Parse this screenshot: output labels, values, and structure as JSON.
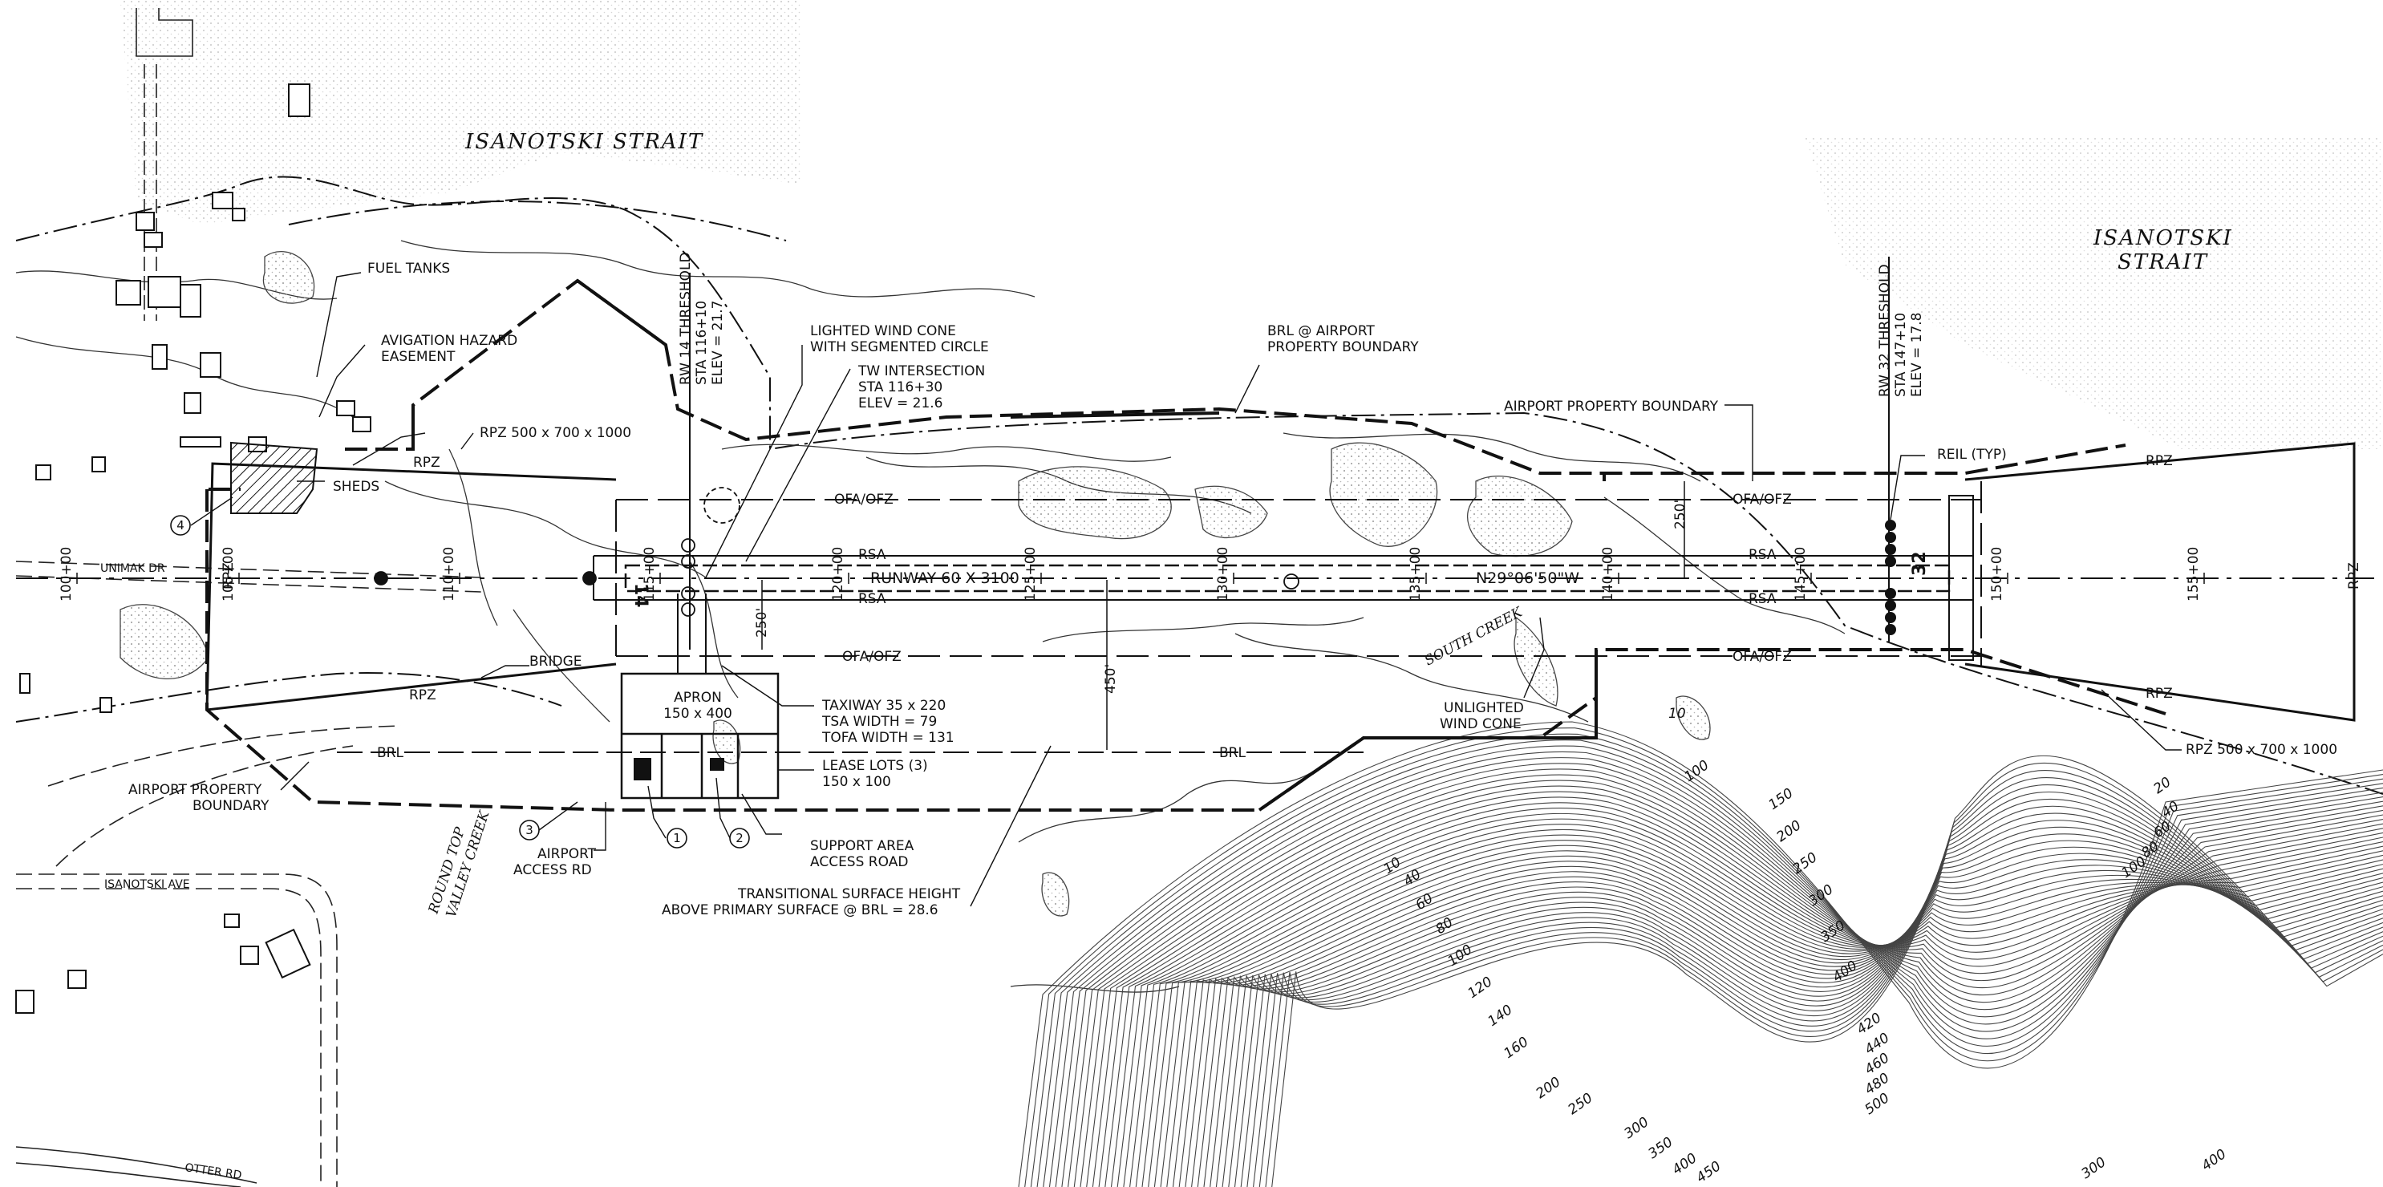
{
  "water": {
    "strait_west": "ISANOTSKI STRAIT",
    "strait_east_line1": "ISANOTSKI",
    "strait_east_line2": "STRAIT"
  },
  "runway": {
    "label": "RUNWAY 60 X 3100",
    "bearing": "N29°06'50\"W",
    "end_14": "14",
    "end_32": "32",
    "rw14_threshold": [
      "RW 14 THRESHOLD",
      "STA 116+10",
      "ELEV = 21.7"
    ],
    "rw32_threshold": [
      "RW 32 THRESHOLD",
      "STA 147+10",
      "ELEV = 17.8"
    ],
    "dim_250_top": "250'",
    "dim_250_left": "250'",
    "dim_450": "450'"
  },
  "zones": {
    "rsa": "RSA",
    "ofa_ofz": "OFA/OFZ",
    "brl": "BRL",
    "rpz": "RPZ"
  },
  "stations": [
    "100+00",
    "105+00",
    "110+00",
    "115+00",
    "120+00",
    "125+00",
    "130+00",
    "135+00",
    "140+00",
    "145+00",
    "150+00",
    "155+00"
  ],
  "callouts": {
    "fuel_tanks": "FUEL TANKS",
    "avigation": [
      "AVIGATION HAZARD",
      "EASEMENT"
    ],
    "rpz_west": "RPZ 500 x 700 x 1000",
    "sheds": "SHEDS",
    "wind_cone": [
      "LIGHTED WIND CONE",
      "WITH SEGMENTED CIRCLE"
    ],
    "tw_intersection": [
      "TW INTERSECTION",
      "STA 116+30",
      "ELEV = 21.6"
    ],
    "brl_boundary": [
      "BRL @ AIRPORT",
      "PROPERTY BOUNDARY"
    ],
    "airport_property_boundary_east": "AIRPORT PROPERTY BOUNDARY",
    "reil": "REIL (TYP)",
    "bridge": "BRIDGE",
    "apron": [
      "APRON",
      "150 x 400"
    ],
    "taxiway": [
      "TAXIWAY 35 x 220",
      "TSA WIDTH = 79",
      "TOFA WIDTH = 131"
    ],
    "lease_lots": [
      "LEASE LOTS (3)",
      "150 x 100"
    ],
    "support_road": [
      "SUPPORT AREA",
      "ACCESS ROAD"
    ],
    "airport_access_rd": [
      "AIRPORT",
      "ACCESS RD"
    ],
    "transitional": [
      "TRANSITIONAL SURFACE HEIGHT",
      "ABOVE PRIMARY SURFACE @ BRL = 28.6"
    ],
    "airport_property_boundary_west": [
      "AIRPORT PROPERTY",
      "BOUNDARY"
    ],
    "round_top": [
      "ROUND TOP",
      "VALLEY CREEK"
    ],
    "unlighted_wind_cone": [
      "UNLIGHTED",
      "WIND CONE"
    ],
    "south_creek": "SOUTH CREEK",
    "rpz_east": "RPZ 500 x 700 x 1000"
  },
  "roads": {
    "unimak": "UNIMAK DR",
    "isanotski_ave": "ISANOTSKI AVE",
    "otter": "OTTER RD"
  },
  "markers": [
    "1",
    "2",
    "3",
    "4"
  ],
  "contours": {
    "west_group": [
      "10",
      "40",
      "60",
      "80",
      "100",
      "120",
      "140",
      "160",
      "200",
      "250",
      "300",
      "350",
      "400",
      "450"
    ],
    "east_group": [
      "100",
      "150",
      "200",
      "250",
      "300",
      "350",
      "400",
      "420",
      "440",
      "460",
      "480",
      "500"
    ],
    "far_east": [
      "20",
      "40",
      "60",
      "80",
      "100",
      "300",
      "400"
    ],
    "creek_label": "10"
  },
  "colors": {
    "ink": "#111111",
    "shade": "#cfcfcf",
    "paper": "#ffffff"
  }
}
